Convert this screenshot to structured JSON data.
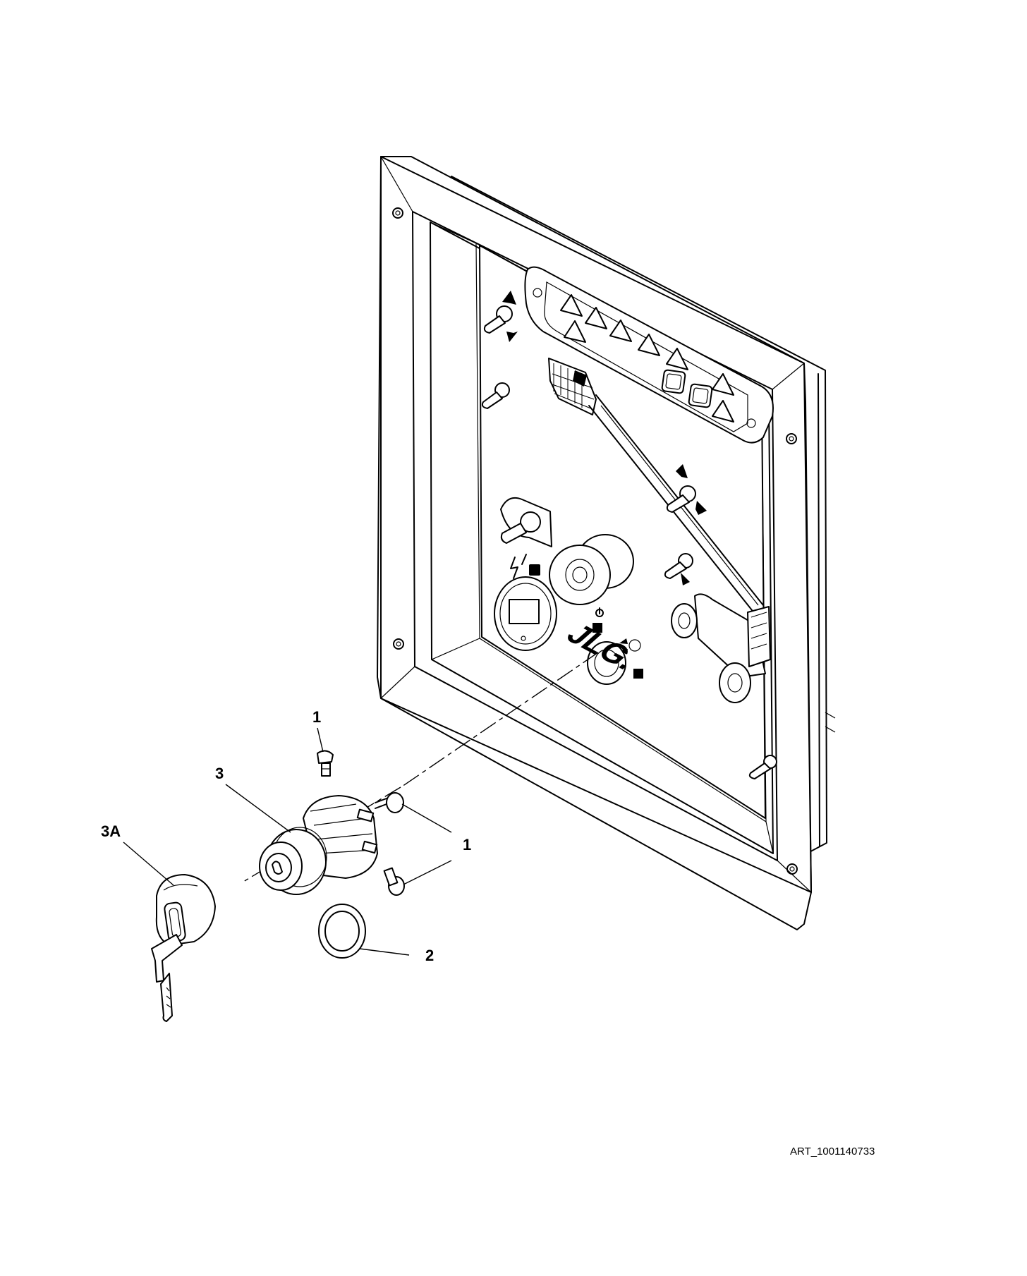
{
  "callouts": {
    "c1_top": "1",
    "c1_right": "1",
    "c2": "2",
    "c3": "3",
    "c3a": "3A"
  },
  "art_number": "ART_1001140733",
  "logo": {
    "text": "JLG."
  },
  "colors": {
    "line": "#000000",
    "background": "#ffffff"
  }
}
